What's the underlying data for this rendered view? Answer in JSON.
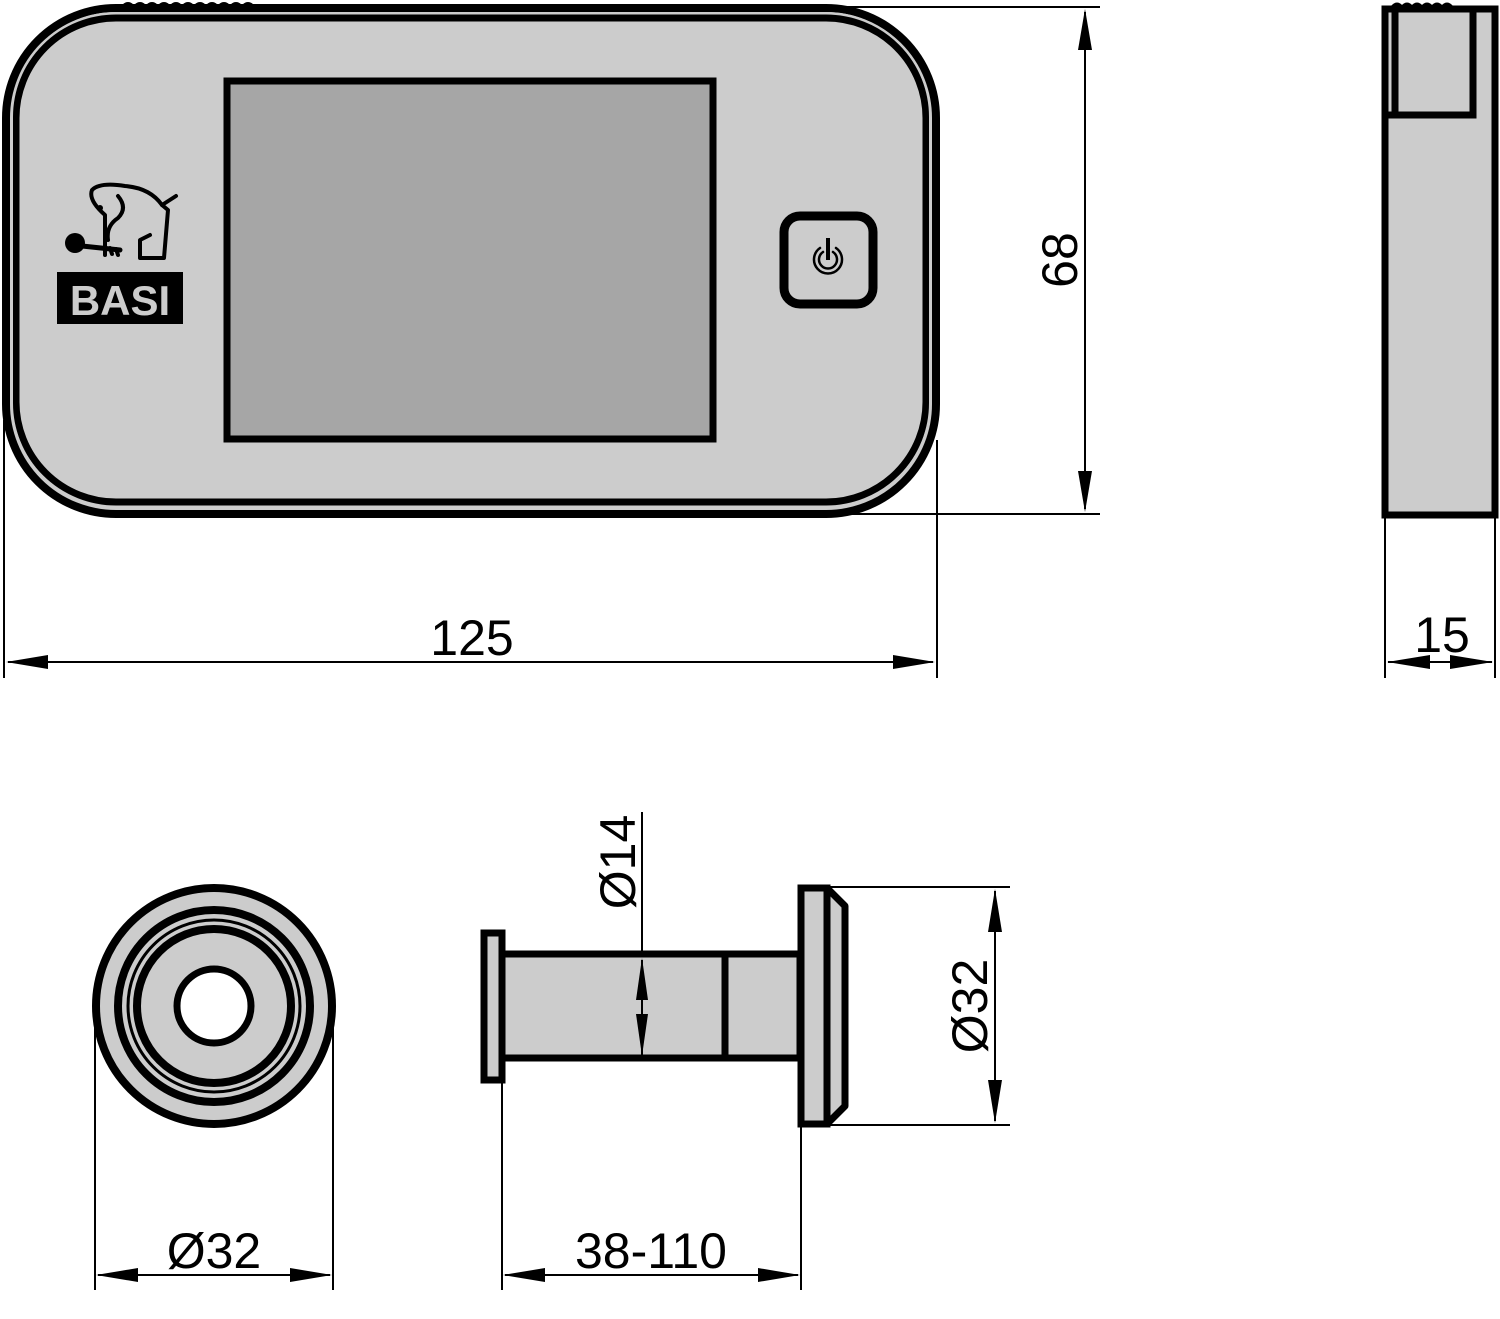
{
  "colors": {
    "body_fill": "#cccccc",
    "screen_fill": "#a6a6a6",
    "outline": "#000000",
    "background": "#ffffff"
  },
  "logo": {
    "brand_text": "BASI",
    "mascot": "elephant-with-key-icon"
  },
  "front_view": {
    "power_button_icon": "power-icon",
    "dimensions": {
      "width_label": "125",
      "height_label": "68"
    }
  },
  "side_view": {
    "dimensions": {
      "depth_label": "15"
    }
  },
  "eyepiece_front_view": {
    "dimensions": {
      "diameter_label": "Ø32"
    }
  },
  "eyepiece_side_view": {
    "dimensions": {
      "shaft_diameter_label": "Ø14",
      "flange_diameter_label": "Ø32",
      "door_thickness_label": "38-110"
    }
  }
}
